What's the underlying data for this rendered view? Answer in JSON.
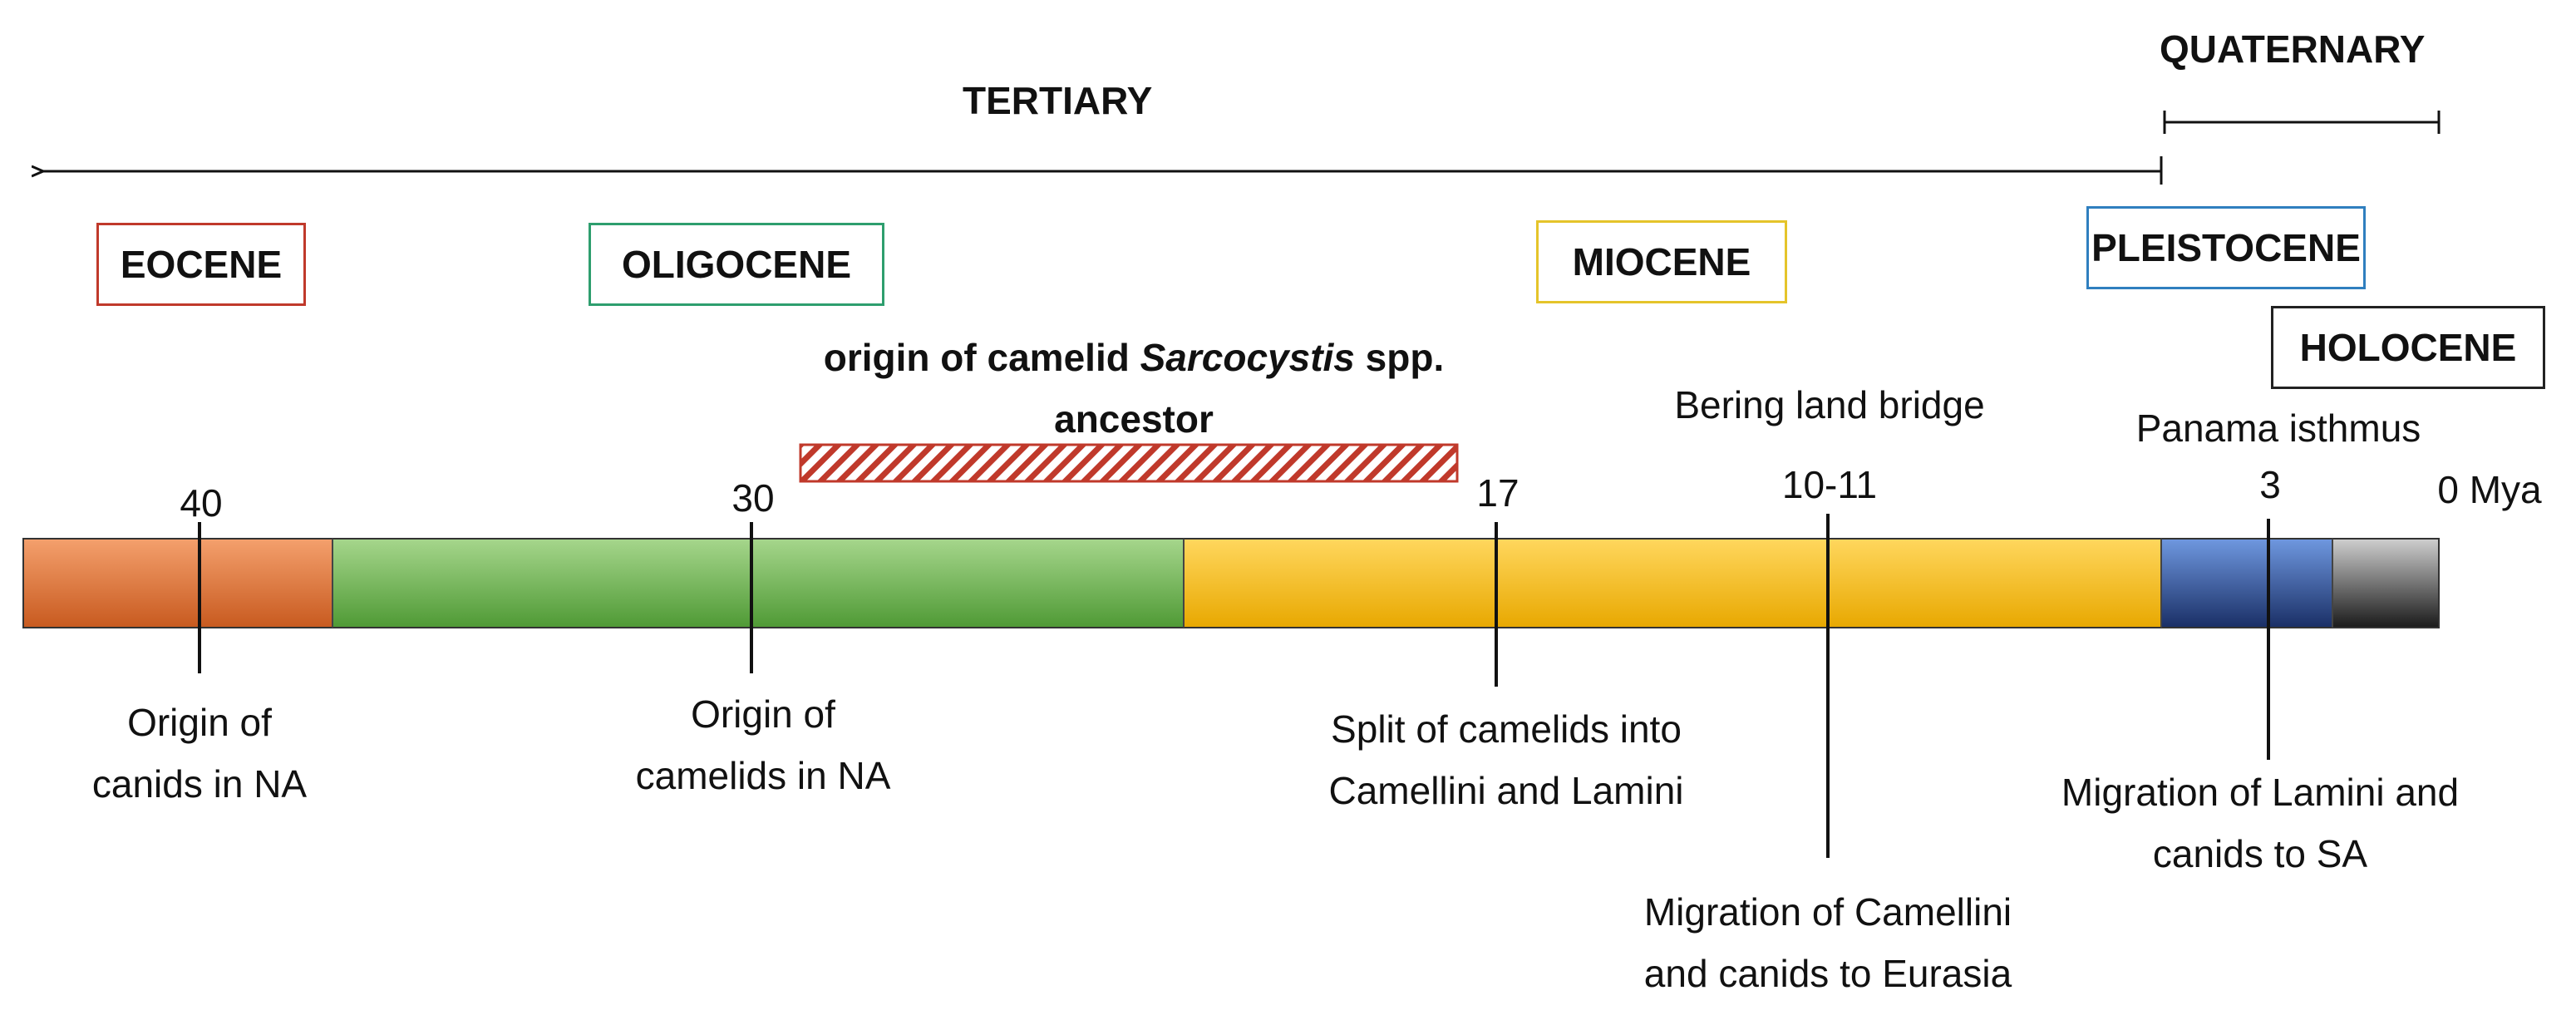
{
  "periods": {
    "tertiary": "TERTIARY",
    "quaternary": "QUATERNARY"
  },
  "epochs": {
    "eocene": {
      "label": "EOCENE",
      "color": "#c0392b"
    },
    "oligocene": {
      "label": "OLIGOCENE",
      "color": "#2e9e6e"
    },
    "miocene": {
      "label": "MIOCENE",
      "color": "#e5c42a"
    },
    "pleistocene": {
      "label": "PLEISTOCENE",
      "color": "#2f7fbf"
    },
    "holocene": {
      "label": "HOLOCENE",
      "color": "#222222"
    }
  },
  "bar_colors": {
    "eocene": "#e8763c",
    "oligocene": "#7cbf5a",
    "miocene": "#ffc61a",
    "pleistocene": "#4a78c8",
    "holocene": "#a6a6a6"
  },
  "origin_bar": {
    "line1_prefix": "origin of camelid ",
    "line1_italic": "Sarcocystis",
    "line1_suffix": " spp.",
    "line2": "ancestor",
    "hatch_color": "#c0392b"
  },
  "ticks": {
    "t40": "40",
    "t30": "30",
    "t17": "17",
    "t10": "10-11",
    "t3": "3",
    "t0": "0 Mya"
  },
  "markers": {
    "bering": "Bering land bridge",
    "panama": "Panama isthmus"
  },
  "events": {
    "canids_origin": {
      "line1": "Origin of",
      "line2": "canids in NA"
    },
    "camelids_origin": {
      "line1": "Origin of",
      "line2": "camelids in NA"
    },
    "split": {
      "line1": "Split of camelids into",
      "line2": "Camellini and Lamini"
    },
    "eurasia": {
      "line1": "Migration of Camellini",
      "line2": "and canids to Eurasia"
    },
    "sa": {
      "line1": "Migration of Lamini and",
      "line2": "canids to SA"
    }
  }
}
